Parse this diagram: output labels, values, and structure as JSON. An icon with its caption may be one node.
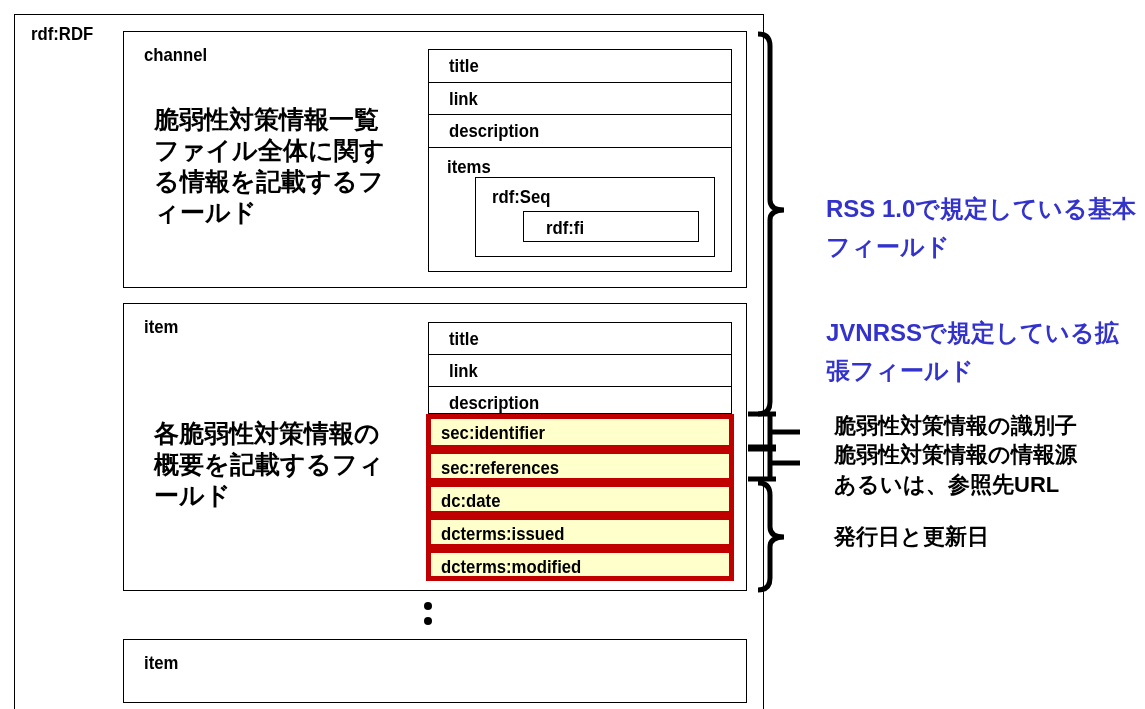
{
  "diagram": {
    "nodes": [
      {
        "text": [
          "rdf:RDF"
        ]
      },
      {
        "text": [
          "channel",
          "脆弱性対策情報一覧ファイル全体に関する情報を記載するフィールド"
        ],
        "in": 0
      },
      {
        "text": [
          "title"
        ],
        "in": 1
      },
      {
        "text": [
          "link"
        ],
        "in": 1
      },
      {
        "text": [
          "description"
        ],
        "in": 1
      },
      {
        "text": [
          "items"
        ],
        "in": 1
      },
      {
        "text": [
          "rdf:Seq"
        ],
        "in": 5
      },
      {
        "text": [
          "rdf:fi"
        ],
        "in": 6
      },
      {
        "text": [
          "item",
          "各脆弱性対策情報の概要を記載するフィールド"
        ],
        "in": 0
      },
      {
        "text": [
          "title"
        ],
        "in": 8
      },
      {
        "text": [
          "link"
        ],
        "in": 8
      },
      {
        "text": [
          "description"
        ],
        "in": 8
      },
      {
        "text": [
          "sec:identifier"
        ],
        "in": 8
      },
      {
        "text": [
          "sec:references"
        ],
        "in": 8
      },
      {
        "text": [
          "dc:date"
        ],
        "in": 8
      },
      {
        "text": [
          "dcterms:issued"
        ],
        "in": 8
      },
      {
        "text": [
          "dcterms:modified"
        ],
        "in": 8
      },
      {
        "text": [
          "item"
        ],
        "in": 0
      }
    ],
    "labels": [
      "RSS 1.0で規定している基本フィールド",
      "JVNRSSで規定している拡張フィールド",
      "脆弱性対策情報の識別子",
      "脆弱性対策情報の情報源あるいは、参照先URL",
      "発行日と更新日"
    ]
  }
}
